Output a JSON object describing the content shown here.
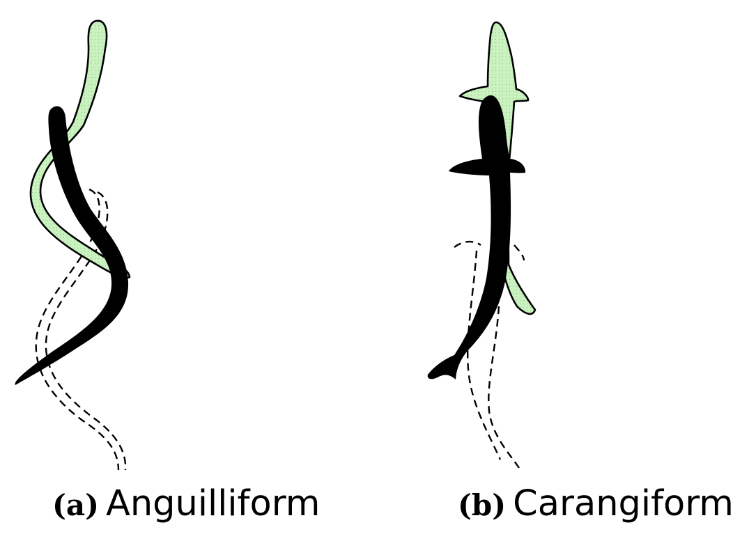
{
  "panels": [
    {
      "tag": "(a)",
      "name": "Anguilliform",
      "colors": {
        "body": "#000000",
        "previous_pose": "#c9f2c0",
        "ghost_outline": "#000000"
      }
    },
    {
      "tag": "(b)",
      "name": "Carangiform",
      "colors": {
        "body": "#000000",
        "previous_pose": "#c9f2c0",
        "ghost_outline": "#000000"
      }
    }
  ]
}
